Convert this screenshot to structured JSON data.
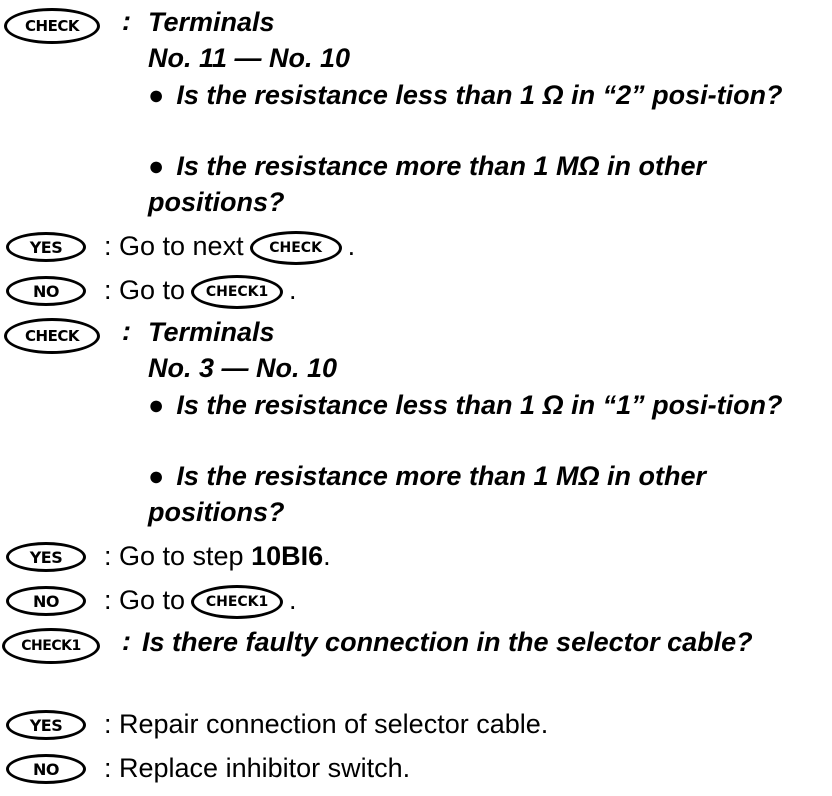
{
  "badges": {
    "check": "CHECK",
    "check1": "CHECK1",
    "yes": "YES",
    "no": "NO"
  },
  "block1": {
    "colon": ":",
    "title": "Terminals",
    "terminals": "No. 11 — No. 10",
    "bullet1": "Is the resistance less than 1 Ω in “2” posi-tion?",
    "bullet2": "Is the resistance more than 1 MΩ in other positions?",
    "yes_prefix": ": Go to next",
    "yes_suffix": ".",
    "no_prefix": ": Go to",
    "no_suffix": "."
  },
  "block2": {
    "colon": ":",
    "title": "Terminals",
    "terminals": "No. 3 — No. 10",
    "bullet1": "Is the resistance less than 1 Ω in “1” posi-tion?",
    "bullet2": "Is the resistance more than 1 MΩ in other positions?",
    "yes_prefix": ": Go to step",
    "yes_step": "10BI6",
    "yes_suffix": ".",
    "no_prefix": ": Go to",
    "no_suffix": "."
  },
  "block3": {
    "colon": ":",
    "question": "Is there faulty connection in the selector cable?",
    "yes_text": ": Repair connection of selector cable.",
    "no_text": ": Replace inhibitor switch."
  },
  "bullet_glyph": "●"
}
